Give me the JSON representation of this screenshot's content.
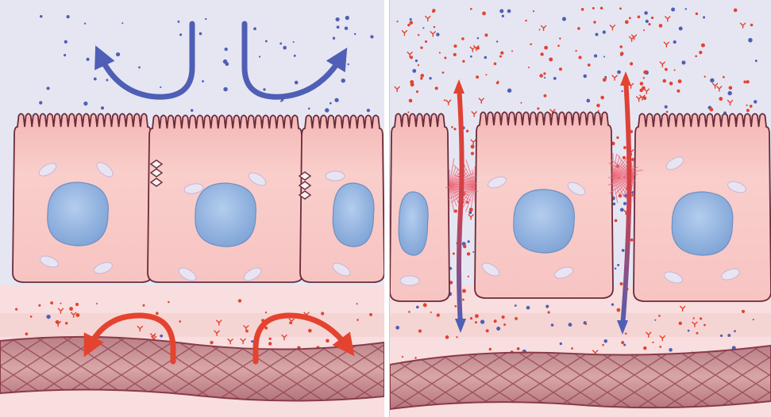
{
  "panels": [
    {
      "state": "intact barrier"
    },
    {
      "state": "leaky barrier"
    }
  ],
  "colors": {
    "lumen_bg": "#e6e6f3",
    "submucosa_bg": "#f8dede",
    "cell_fill": "#f8c6c3",
    "cell_outline": "#6b2b3a",
    "nucleus": "#8fb3e0",
    "blue_particles": "#4f5fb5",
    "red_particles": "#e4432f",
    "blood_vessel": "#c98b8f",
    "divider": "#ffffff"
  },
  "icons": [
    "blue-flow-arrow",
    "red-flow-arrow",
    "bidirectional-leak-arrow",
    "tight-junction",
    "disrupted-junction-burst",
    "antibody-y-glyph"
  ]
}
